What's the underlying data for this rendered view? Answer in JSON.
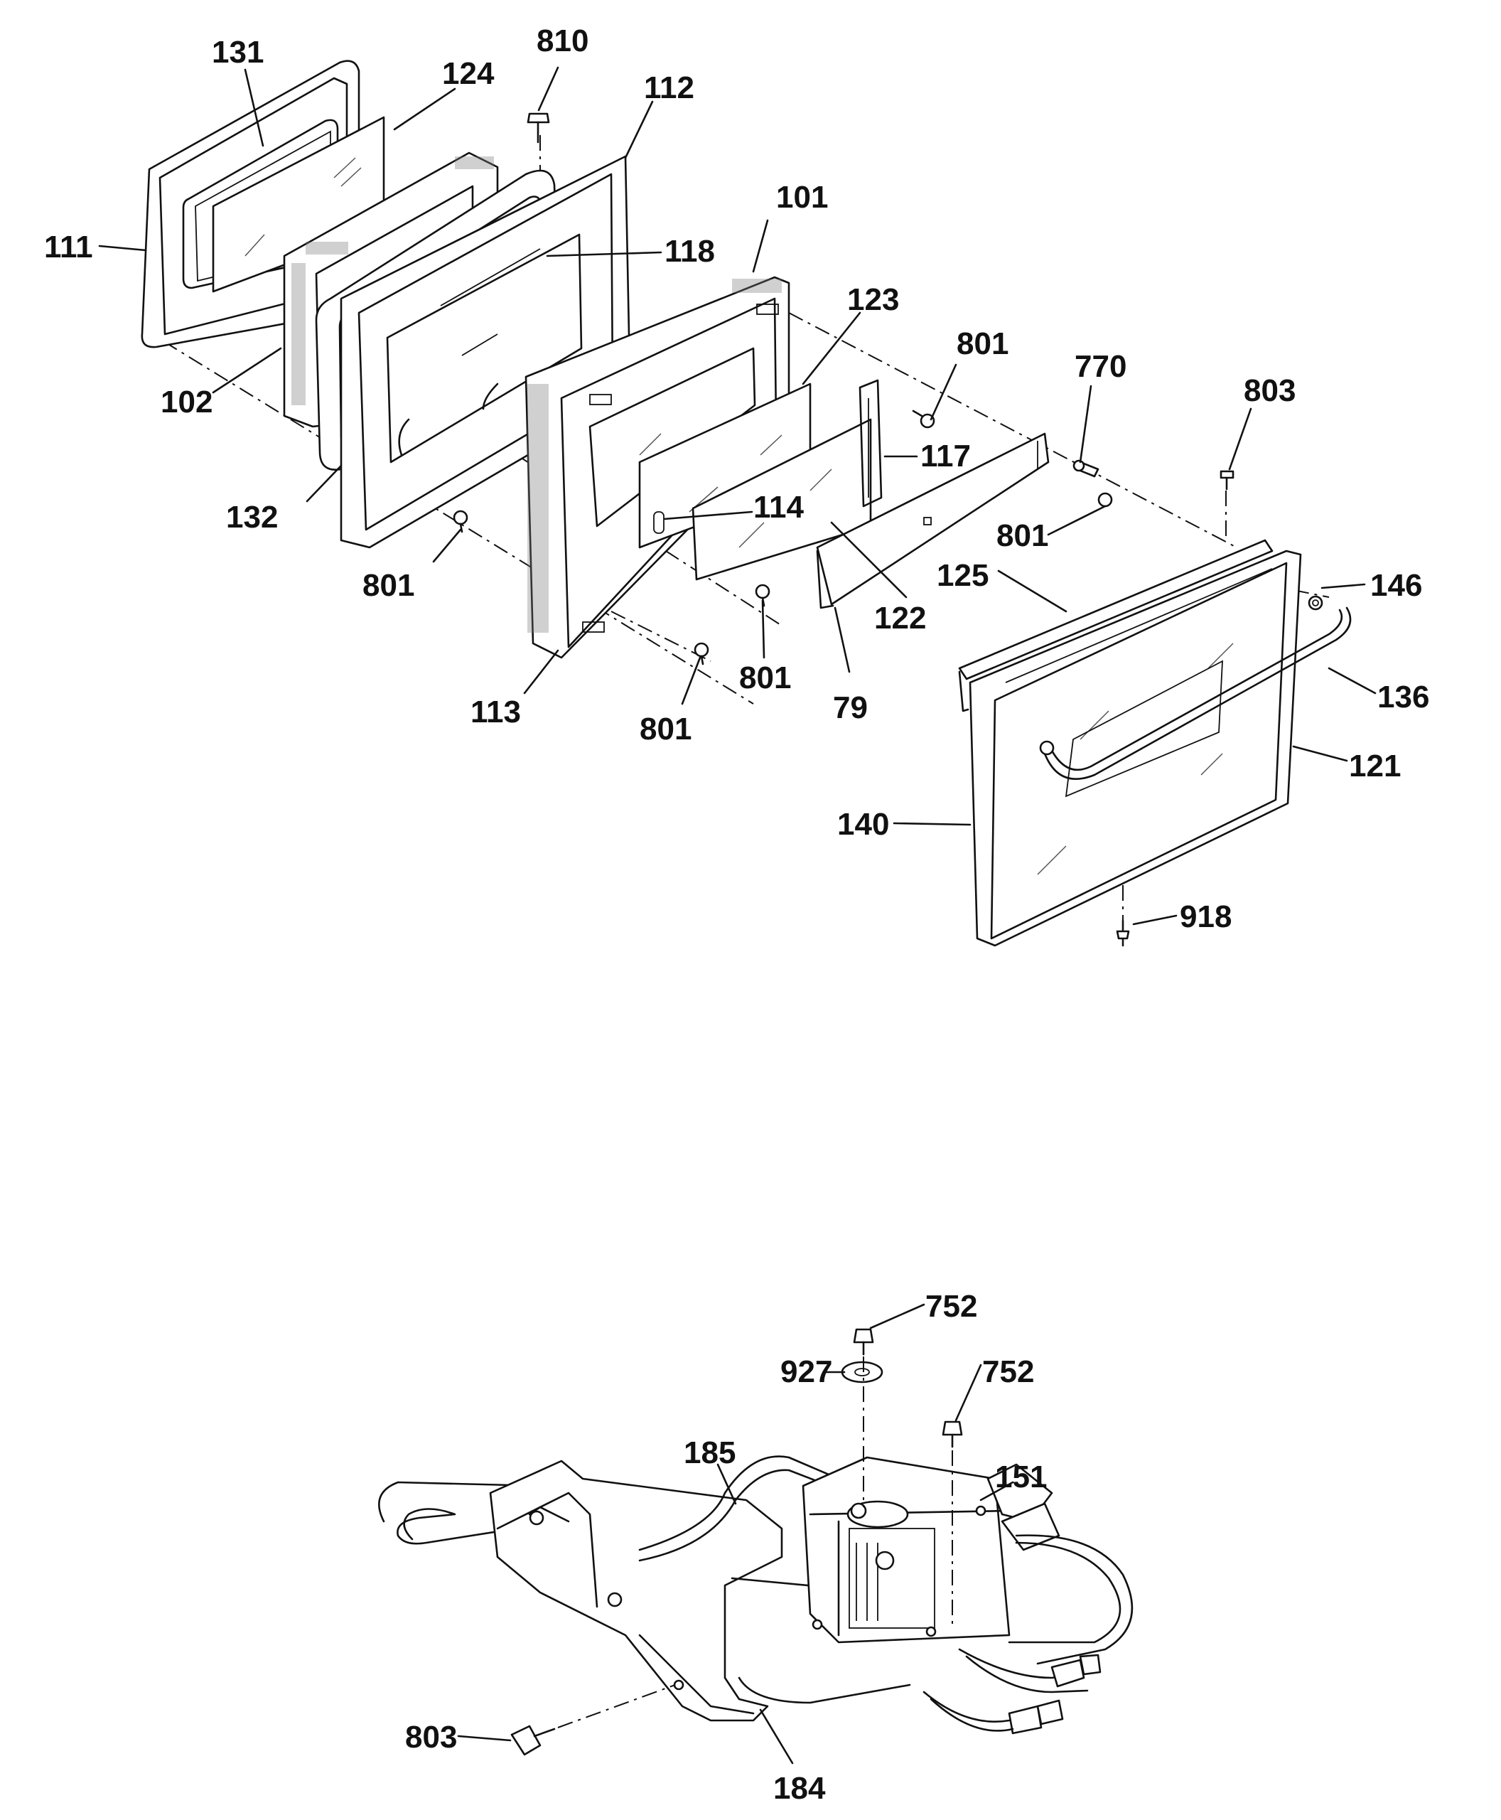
{
  "labels": [
    {
      "id": "131",
      "text": "131"
    },
    {
      "id": "124",
      "text": "124"
    },
    {
      "id": "810",
      "text": "810"
    },
    {
      "id": "112",
      "text": "112"
    },
    {
      "id": "111",
      "text": "111"
    },
    {
      "id": "118",
      "text": "118"
    },
    {
      "id": "101",
      "text": "101"
    },
    {
      "id": "123",
      "text": "123"
    },
    {
      "id": "801a",
      "text": "801"
    },
    {
      "id": "770",
      "text": "770"
    },
    {
      "id": "803a",
      "text": "803"
    },
    {
      "id": "102",
      "text": "102"
    },
    {
      "id": "117",
      "text": "117"
    },
    {
      "id": "132",
      "text": "132"
    },
    {
      "id": "114",
      "text": "114"
    },
    {
      "id": "801b",
      "text": "801"
    },
    {
      "id": "801c",
      "text": "801"
    },
    {
      "id": "125",
      "text": "125"
    },
    {
      "id": "146",
      "text": "146"
    },
    {
      "id": "122",
      "text": "122"
    },
    {
      "id": "801d",
      "text": "801"
    },
    {
      "id": "113",
      "text": "113"
    },
    {
      "id": "801e",
      "text": "801"
    },
    {
      "id": "79",
      "text": "79"
    },
    {
      "id": "136",
      "text": "136"
    },
    {
      "id": "121",
      "text": "121"
    },
    {
      "id": "140",
      "text": "140"
    },
    {
      "id": "918",
      "text": "918"
    },
    {
      "id": "752a",
      "text": "752"
    },
    {
      "id": "927",
      "text": "927"
    },
    {
      "id": "752b",
      "text": "752"
    },
    {
      "id": "185",
      "text": "185"
    },
    {
      "id": "151",
      "text": "151"
    },
    {
      "id": "803b",
      "text": "803"
    },
    {
      "id": "184",
      "text": "184"
    }
  ]
}
